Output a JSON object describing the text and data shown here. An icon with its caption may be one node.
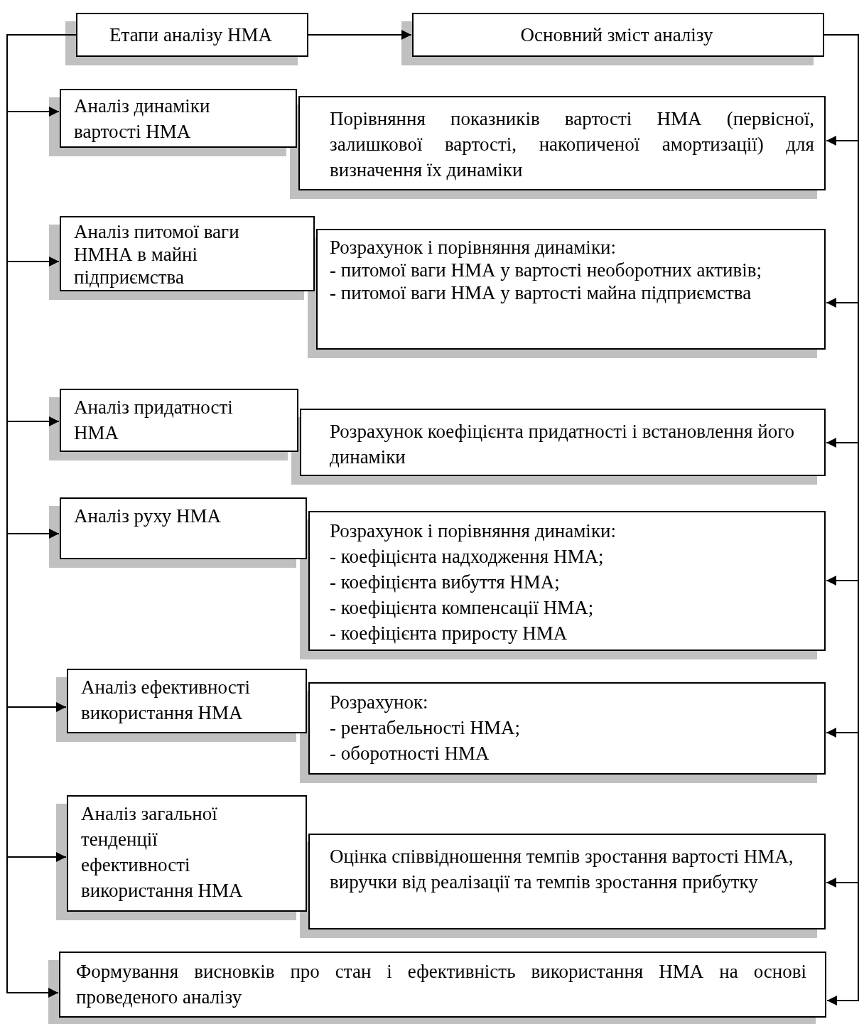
{
  "diagram": {
    "nodes": [
      {
        "text": [
          "Етапи аналізу НМА"
        ]
      },
      {
        "text": [
          "Основний зміст аналізу"
        ]
      },
      {
        "text": [
          "Аналіз динаміки вартості НМА"
        ]
      },
      {
        "text": [
          "Порівняння показників вартості НМА (первісної, залишкової вартості, накопиченої амортизації) для визначення їх динаміки"
        ]
      },
      {
        "text": [
          "Аналіз питомої ваги НМНА в майні підприємства"
        ]
      },
      {
        "text": [
          "Розрахунок і порівняння динаміки:",
          "- питомої ваги НМА у вартості необоротних активів;",
          "- питомої ваги НМА у вартості майна підприємства"
        ]
      },
      {
        "text": [
          "Аналіз придатності НМА"
        ]
      },
      {
        "text": [
          "Розрахунок коефіцієнта придатності і встановлення його динаміки"
        ]
      },
      {
        "text": [
          "Аналіз руху НМА"
        ]
      },
      {
        "text": [
          "Розрахунок і порівняння динаміки:",
          "- коефіцієнта надходження НМА;",
          "- коефіцієнта вибуття НМА;",
          "- коефіцієнта компенсації НМА;",
          "- коефіцієнта приросту НМА"
        ]
      },
      {
        "text": [
          "Аналіз ефективності використання НМА"
        ]
      },
      {
        "text": [
          "Розрахунок:",
          "- рентабельності НМА;",
          "- оборотності НМА"
        ]
      },
      {
        "text": [
          "Аналіз загальної тенденції ефективності використання НМА"
        ]
      },
      {
        "text": [
          "Оцінка співвідношення темпів зростання вартості НМА, виручки від реалізації та темпів зростання прибутку"
        ]
      },
      {
        "text": [
          "Формування висновків про стан і ефективність використання НМА на основі проведеного аналізу"
        ]
      }
    ],
    "edges": [
      {
        "from": 0,
        "to": 1,
        "arrow": "to"
      },
      {
        "from": 0,
        "to": 2,
        "arrow": "to"
      },
      {
        "from": 0,
        "to": 4,
        "arrow": "to"
      },
      {
        "from": 0,
        "to": 6,
        "arrow": "to"
      },
      {
        "from": 0,
        "to": 8,
        "arrow": "to"
      },
      {
        "from": 0,
        "to": 10,
        "arrow": "to"
      },
      {
        "from": 0,
        "to": 12,
        "arrow": "to"
      },
      {
        "from": 0,
        "to": 14,
        "arrow": "to"
      },
      {
        "from": 1,
        "to": 3,
        "arrow": "to"
      },
      {
        "from": 1,
        "to": 5,
        "arrow": "to"
      },
      {
        "from": 1,
        "to": 7,
        "arrow": "to"
      },
      {
        "from": 1,
        "to": 9,
        "arrow": "to"
      },
      {
        "from": 1,
        "to": 11,
        "arrow": "to"
      },
      {
        "from": 1,
        "to": 13,
        "arrow": "to"
      },
      {
        "from": 1,
        "to": 14,
        "arrow": "to"
      }
    ]
  }
}
